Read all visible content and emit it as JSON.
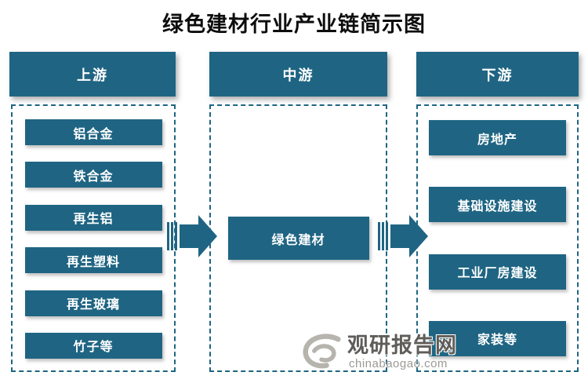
{
  "title": "绿色建材行业产业链简示图",
  "columns": [
    {
      "header": "上游",
      "items": [
        "铝合金",
        "铁合金",
        "再生铝",
        "再生塑料",
        "再生玻璃",
        "竹子等"
      ]
    },
    {
      "header": "中游",
      "items": [
        "绿色建材"
      ]
    },
    {
      "header": "下游",
      "items": [
        "房地产",
        "基础设施建设",
        "工业厂房建设",
        "家装等"
      ]
    }
  ],
  "watermark": {
    "site_name": "观研报告网",
    "site_url": "chinabaogao.com"
  },
  "icons": {
    "flow_arrow": "fast-forward-block-arrow",
    "watermark_logo": "grey-swirl"
  },
  "colors": {
    "primary_teal": "#1f6583",
    "watermark_swirl_grey": "#b7b4ae",
    "watermark_text_grey": "#5f5d59",
    "watermark_url_grey": "#9b9995",
    "background": "#ffffff"
  }
}
